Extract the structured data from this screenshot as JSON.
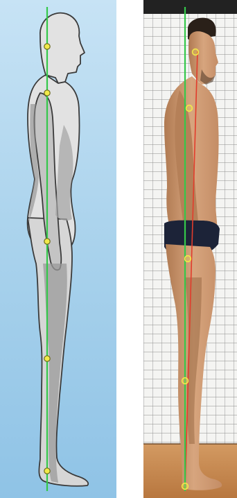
{
  "figure": {
    "left_panel": {
      "kind": "illustration",
      "subject": "side-view-human-silhouette",
      "background_color": "#a9d2ec",
      "body_color": "#dcdcdc",
      "shadow_color": "#9a9a9a",
      "plumb_line_color": "#34c84a",
      "landmark_color": "#f2e94a",
      "landmark_count": 5
    },
    "right_panel": {
      "kind": "photo",
      "subject": "side-view-standing-man-posture-grid",
      "grid_color": "#8b8b8b",
      "plumb_line_color": "#34c84a",
      "alignment_line_color": "#e23c2c",
      "landmark_color": "#f2e94a",
      "floor_color": "#c88a52",
      "landmark_count": 5
    }
  }
}
